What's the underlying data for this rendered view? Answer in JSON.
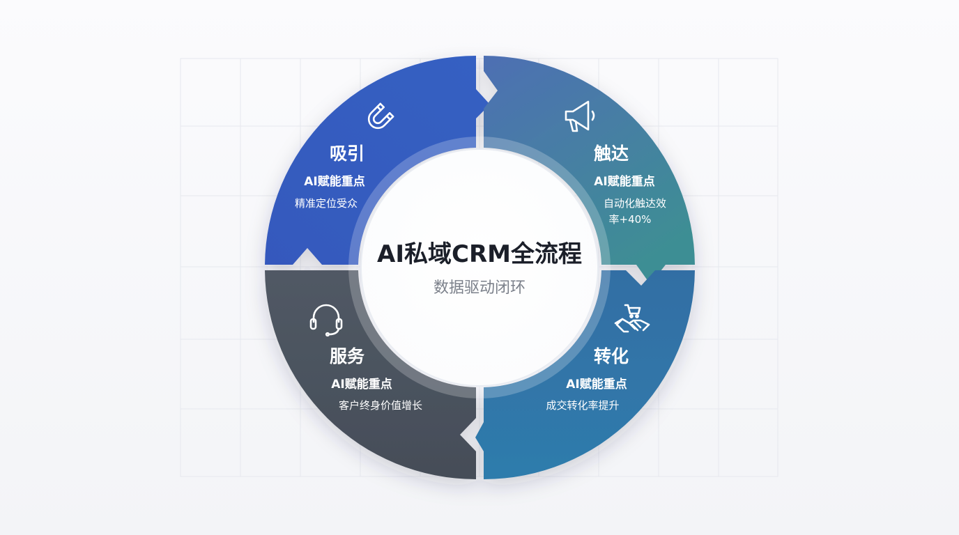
{
  "center": {
    "title": "AI私域CRM全流程",
    "subtitle": "数据驱动闭环"
  },
  "segments": {
    "attract": {
      "title": "吸引",
      "focus_label": "AI赋能重点",
      "desc_line1": "精准定位受众",
      "icon": "magnet-icon",
      "color": "#3256b8"
    },
    "reach": {
      "title": "触达",
      "focus_label": "AI赋能重点",
      "desc_line1": "自动化触达效",
      "desc_line2": "率+40%",
      "icon": "megaphone-icon",
      "color": "#3f8a9a"
    },
    "convert": {
      "title": "转化",
      "focus_label": "AI赋能重点",
      "desc_line1": "成交转化率提升",
      "icon": "handshake-cart-icon",
      "color": "#2f73a8"
    },
    "service": {
      "title": "服务",
      "focus_label": "AI赋能重点",
      "desc_line1": "客户终身价值增长",
      "icon": "headset-icon",
      "color": "#4a5361"
    }
  }
}
